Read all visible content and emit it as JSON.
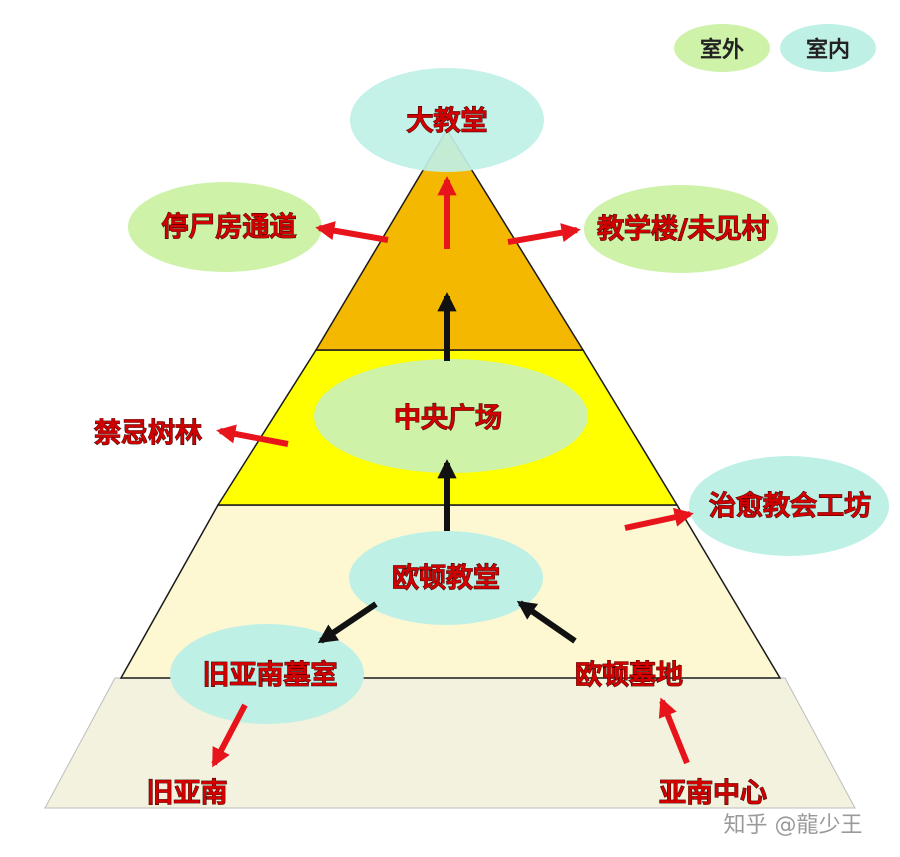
{
  "legend": {
    "outdoor": {
      "label": "室外",
      "color": "#cdf2a8"
    },
    "indoor": {
      "label": "室内",
      "color": "#bff0e6"
    }
  },
  "tiers": [
    {
      "id": "top",
      "color": "#f5b800"
    },
    {
      "id": "upper-middle",
      "color": "#ffff00"
    },
    {
      "id": "lower-middle",
      "color": "#fdf8d2"
    },
    {
      "id": "base",
      "color": "#f3f2de"
    }
  ],
  "nodes": {
    "cathedral": {
      "label": "大教堂",
      "kind": "indoor"
    },
    "morgue_passage": {
      "label": "停尸房通道",
      "kind": "outdoor"
    },
    "teaching_building": {
      "label": "教学楼/未见村",
      "kind": "outdoor"
    },
    "central_plaza": {
      "label": "中央广场",
      "kind": "outdoor"
    },
    "forbidden_woods": {
      "label": "禁忌树林",
      "kind": "none"
    },
    "healing_workshop": {
      "label": "治愈教会工坊",
      "kind": "indoor"
    },
    "oedon_chapel": {
      "label": "欧顿教堂",
      "kind": "indoor"
    },
    "old_yharnam_tomb": {
      "label": "旧亚南墓室",
      "kind": "indoor"
    },
    "oedon_tomb": {
      "label": "欧顿墓地",
      "kind": "none"
    },
    "old_yharnam": {
      "label": "旧亚南",
      "kind": "none"
    },
    "yharnam_center": {
      "label": "亚南中心",
      "kind": "none"
    }
  },
  "arrows": [
    {
      "from": "yharnam_center",
      "to": "oedon_tomb",
      "color": "red"
    },
    {
      "from": "oedon_tomb",
      "to": "oedon_chapel",
      "color": "black"
    },
    {
      "from": "oedon_chapel",
      "to": "old_yharnam_tomb",
      "color": "black"
    },
    {
      "from": "old_yharnam_tomb",
      "to": "old_yharnam",
      "color": "red"
    },
    {
      "from": "oedon_chapel",
      "to": "central_plaza",
      "color": "black"
    },
    {
      "from": "oedon_chapel",
      "to": "healing_workshop",
      "color": "red"
    },
    {
      "from": "central_plaza",
      "to": "forbidden_woods",
      "color": "red"
    },
    {
      "from": "central_plaza",
      "to": "cathedral",
      "color": "black"
    },
    {
      "from": "central_plaza",
      "to": "morgue_passage",
      "color": "red"
    },
    {
      "from": "central_plaza",
      "to": "teaching_building",
      "color": "red"
    },
    {
      "from": "central_plaza",
      "to": "cathedral",
      "color": "red"
    }
  ],
  "watermark": "知乎 @龍少王"
}
